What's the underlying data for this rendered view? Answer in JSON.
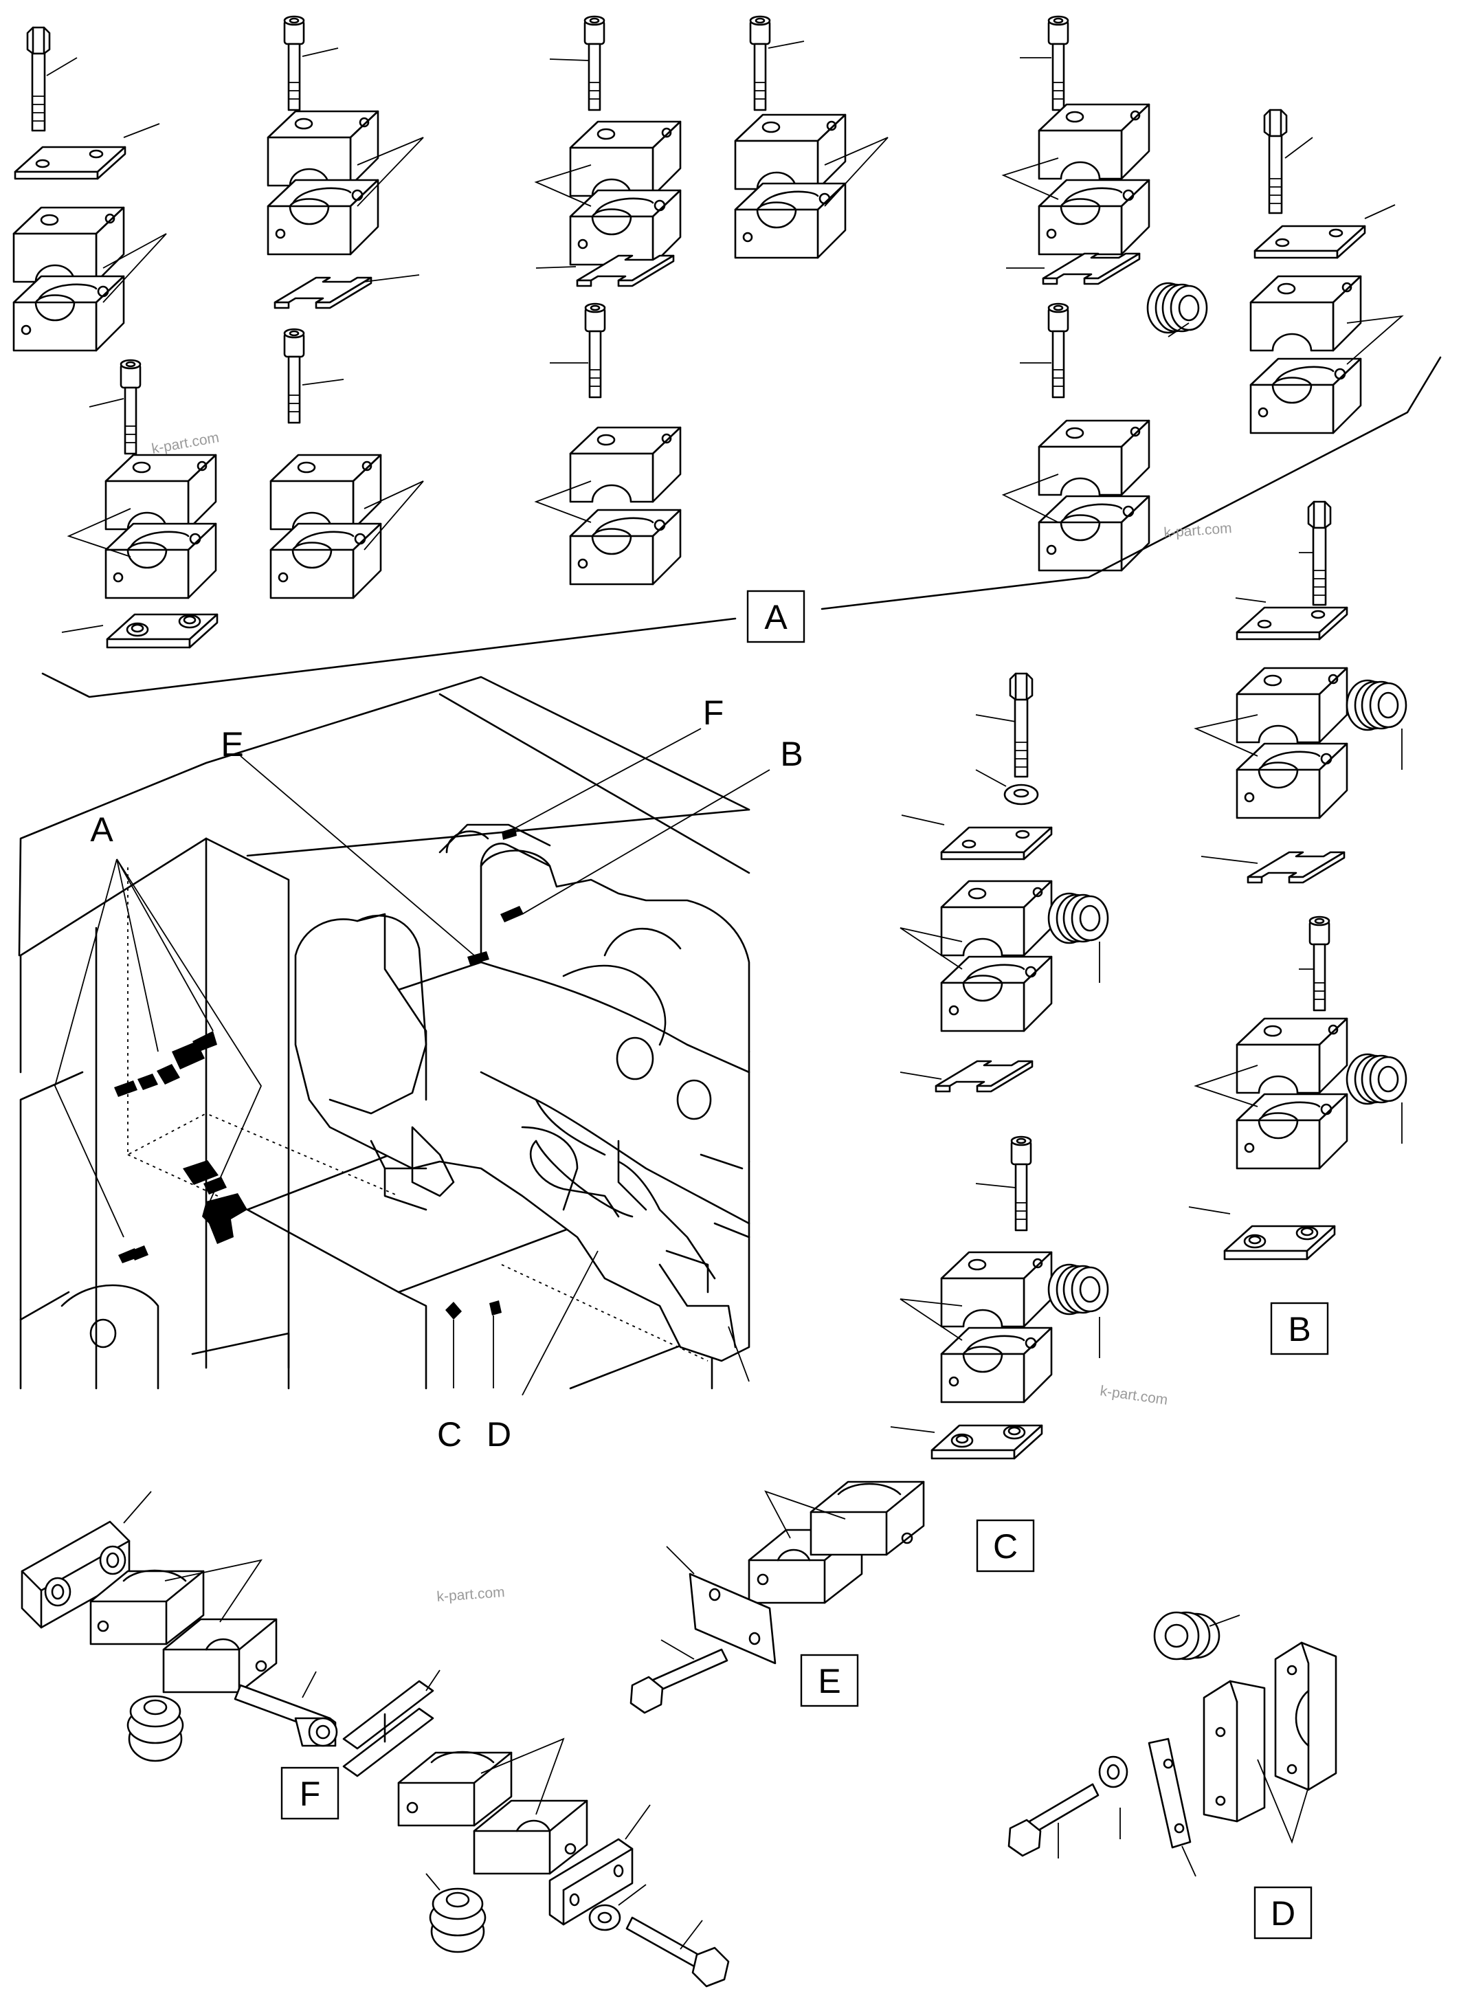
{
  "diagram": {
    "callouts": {
      "A": "A",
      "B": "B",
      "C": "C",
      "D": "D",
      "E": "E",
      "F": "F"
    },
    "watermark": "k-part.com"
  }
}
